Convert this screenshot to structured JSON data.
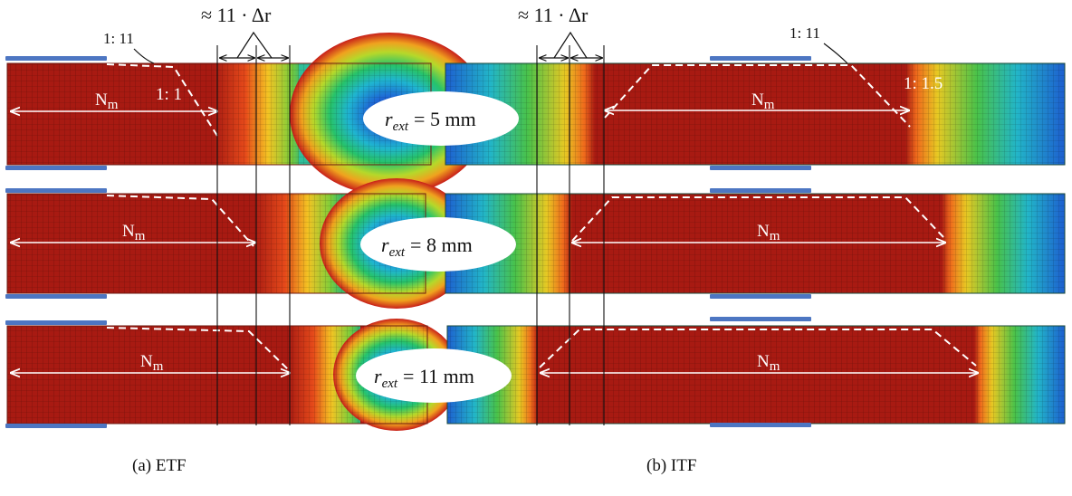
{
  "panels": [
    {
      "id": "a",
      "caption": "(a)  ETF"
    },
    {
      "id": "b",
      "caption": "(b) ITF"
    }
  ],
  "rows": [
    {
      "label": "r",
      "sub": "ext",
      "rhs": "= 5 mm"
    },
    {
      "label": "r",
      "sub": "ext",
      "rhs": "= 8 mm"
    },
    {
      "label": "r",
      "sub": "ext",
      "rhs": "= 11 mm"
    }
  ],
  "annotations": {
    "dim_top": "≈ 11 · Δr",
    "n_m_main": "N",
    "n_m_sub": "m",
    "ratio_taper": "1: 11",
    "ratio_etf_steep": "1: 1",
    "ratio_itf_steep": "1: 1.5"
  },
  "colors": {
    "plastic_red": "#a81a12",
    "plate_blue": "#4d76c2",
    "dashed_line": "#ffffff"
  }
}
